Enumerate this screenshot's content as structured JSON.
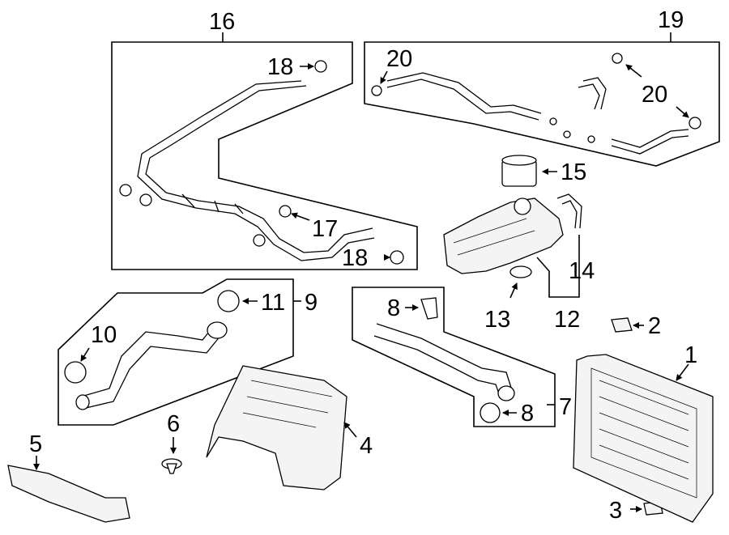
{
  "callouts": {
    "c1": "1",
    "c2": "2",
    "c3": "3",
    "c4": "4",
    "c5": "5",
    "c6": "6",
    "c7": "7",
    "c8a": "8",
    "c8b": "8",
    "c9": "9",
    "c10": "10",
    "c11": "11",
    "c12": "12",
    "c13": "13",
    "c14": "14",
    "c15": "15",
    "c16": "16",
    "c17": "17",
    "c18a": "18",
    "c18b": "18",
    "c19": "19",
    "c20a": "20",
    "c20b": "20"
  }
}
